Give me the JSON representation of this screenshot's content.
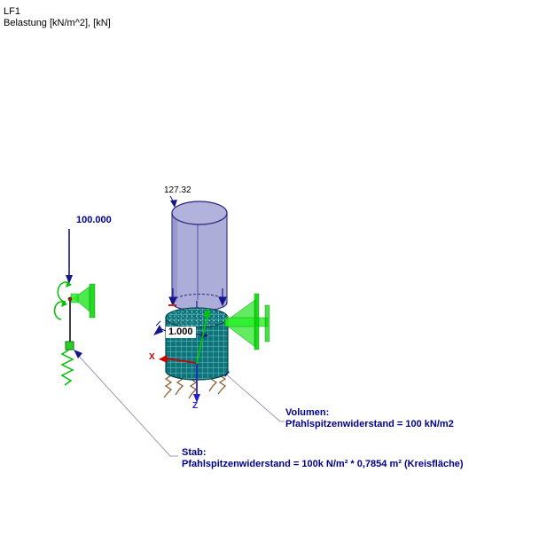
{
  "header": {
    "load_case": "LF1",
    "load_description": "Belastung [kN/m^2], [kN]"
  },
  "scene": {
    "point_load_value": "100.000",
    "surface_load_value": "127.32",
    "diameter_dimension": "1.000",
    "axis_labels": {
      "x": "X",
      "z": "Z"
    }
  },
  "annotations": {
    "volume": {
      "title": "Volumen:",
      "body": "Pfahlspitzenwiderstand = 100 kN/m2"
    },
    "member": {
      "title": "Stab:",
      "body": "Pfahlspitzenwiderstand = 100k N/m² * 0,7854 m² (Kreisfläche)"
    }
  },
  "colors": {
    "annotation_text": "#00008B",
    "load_green": "#00D200",
    "volume_fill": "#A2A2D6",
    "volume_edge": "#26267E",
    "mesh_teal": "#0B757B",
    "spring_brown": "#8E5F30",
    "axis_x": "#CC0000",
    "axis_y": "#00C800",
    "axis_z": "#2222CC",
    "leader_line": "#9A9AB4"
  }
}
